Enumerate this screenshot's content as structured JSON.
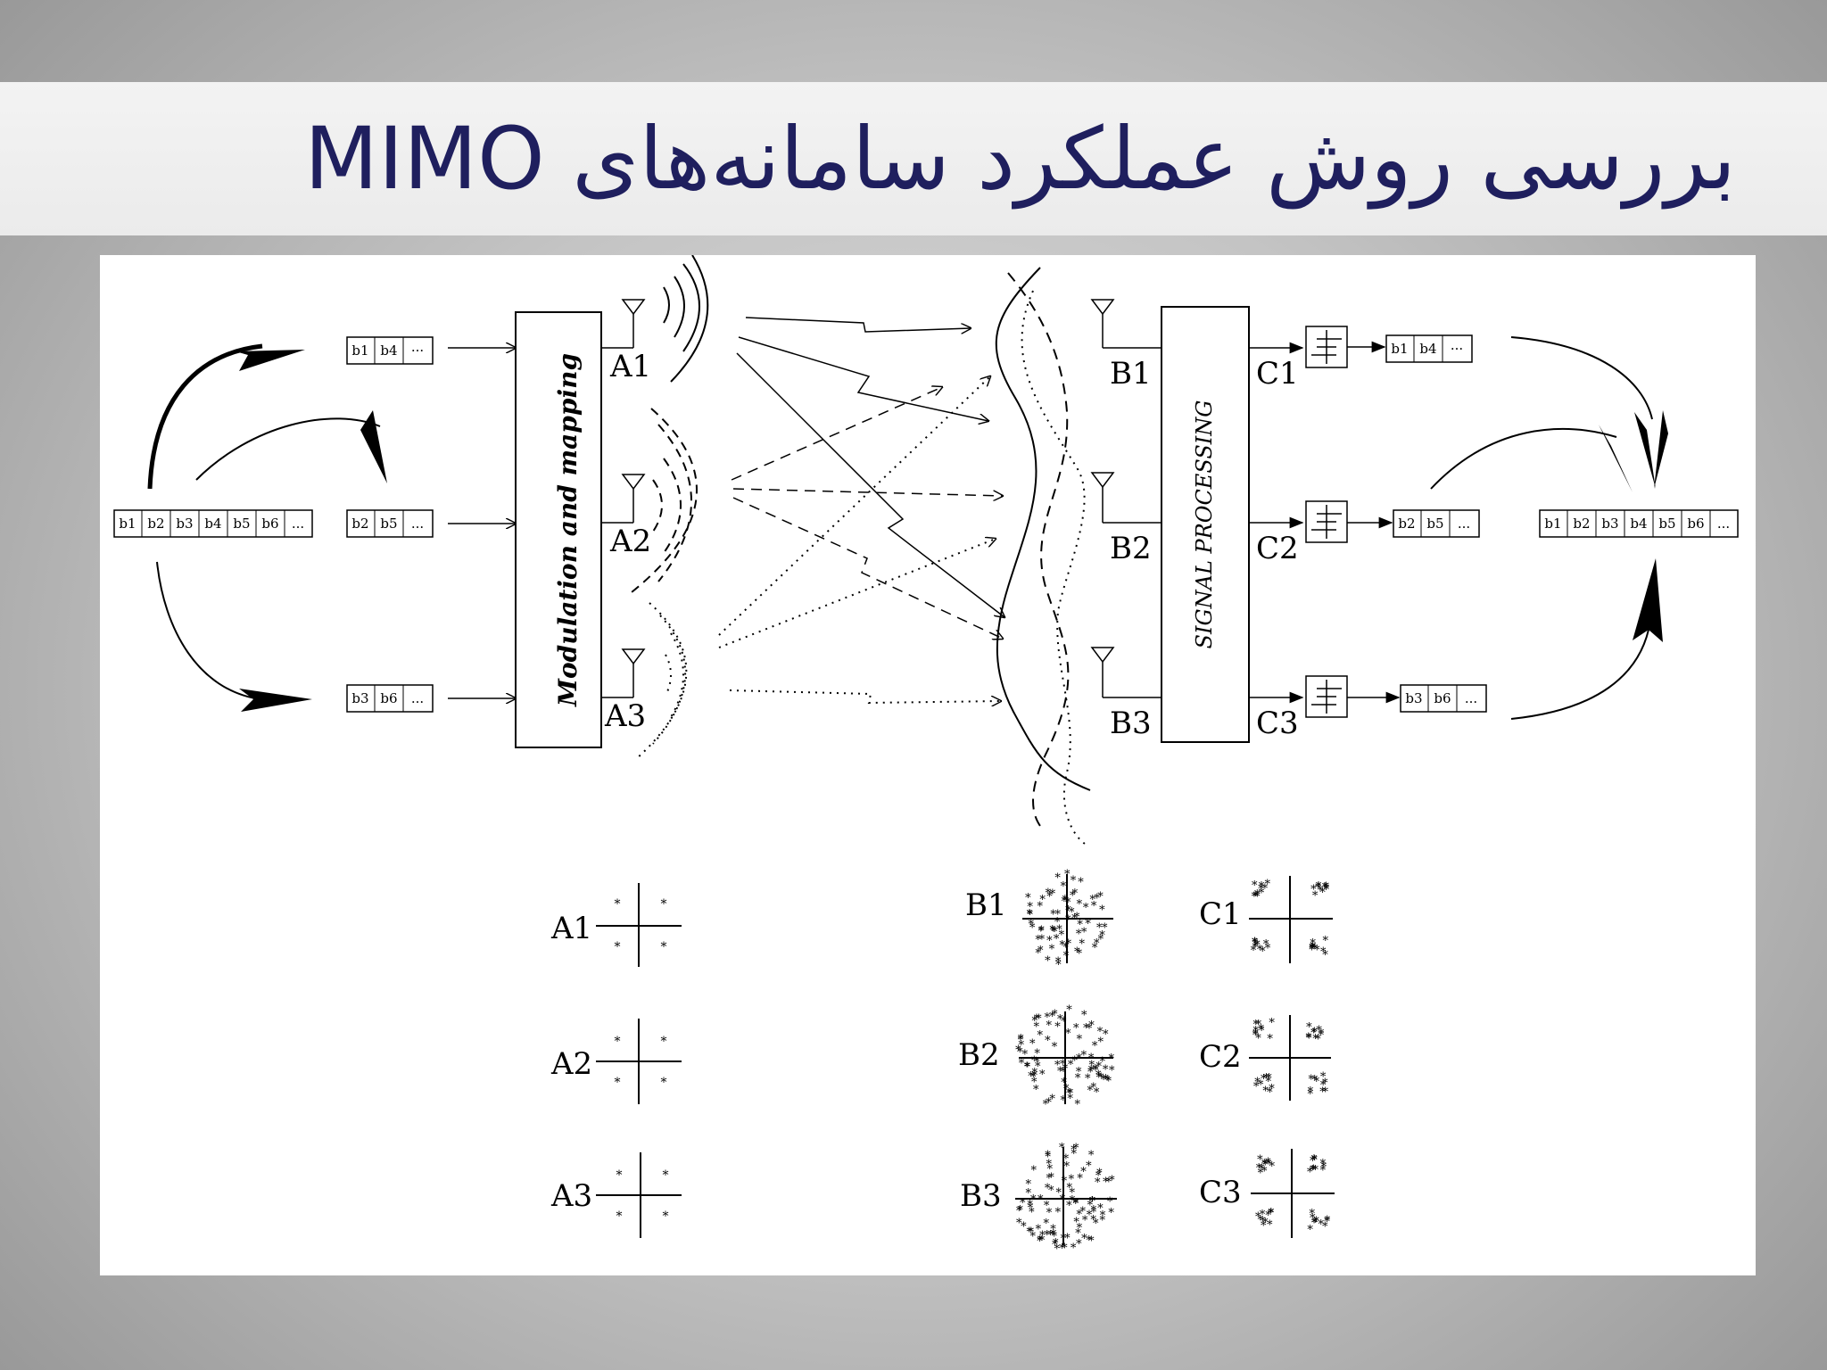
{
  "slide": {
    "title": "بررسی روش عملکرد سامانه‌های MIMO"
  },
  "diagram": {
    "source_stream": [
      "b1",
      "b2",
      "b3",
      "b4",
      "b5",
      "b6",
      "..."
    ],
    "tx_streams": [
      [
        "b1",
        "b4",
        "···"
      ],
      [
        "b2",
        "b5",
        "..."
      ],
      [
        "b3",
        "b6",
        "..."
      ]
    ],
    "rx_streams": [
      [
        "b1",
        "b4",
        "···"
      ],
      [
        "b2",
        "b5",
        "..."
      ],
      [
        "b3",
        "b6",
        "..."
      ]
    ],
    "output_stream": [
      "b1",
      "b2",
      "b3",
      "b4",
      "b5",
      "b6",
      "..."
    ],
    "modulation_label": "Modulation and mapping",
    "processing_label": "SIGNAL PROCESSING",
    "tx_antennas": [
      "A1",
      "A2",
      "A3"
    ],
    "rx_antennas": [
      "B1",
      "B2",
      "B3"
    ],
    "outputs": [
      "C1",
      "C2",
      "C3"
    ],
    "constellations": {
      "a": [
        "A1",
        "A2",
        "A3"
      ],
      "b": [
        "B1",
        "B2",
        "B3"
      ],
      "c": [
        "C1",
        "C2",
        "C3"
      ]
    }
  }
}
